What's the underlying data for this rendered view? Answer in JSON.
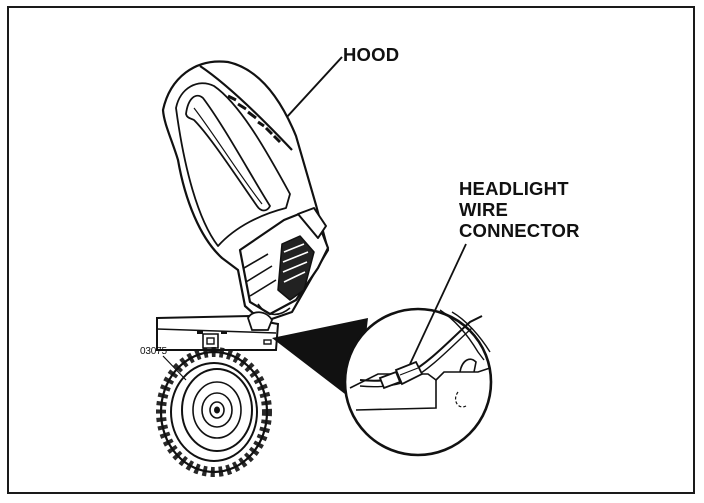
{
  "labels": {
    "hood": "HOOD",
    "connector_line1": "HEADLIGHT",
    "connector_line2": "WIRE",
    "connector_line3": "CONNECTOR",
    "part_number": "03075"
  },
  "icons": [
    "hood-illustration",
    "wheel-illustration",
    "chassis-frame",
    "magnified-detail-circle",
    "wire-connector-plug"
  ],
  "colors": {
    "line": "#111111",
    "background": "#ffffff",
    "frame": "#1a1a1a"
  }
}
